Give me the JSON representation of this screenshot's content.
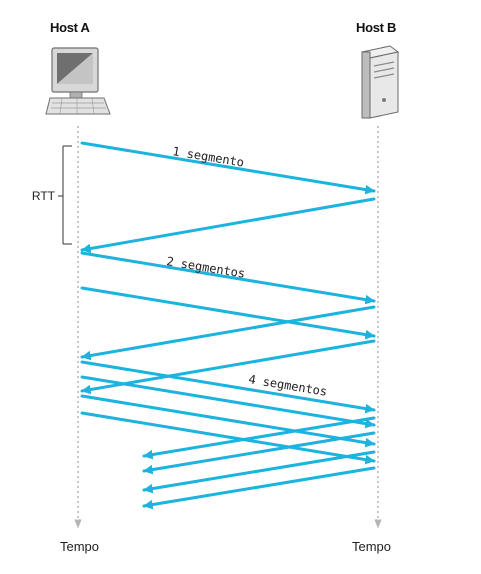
{
  "hosts": {
    "a": {
      "label": "Host A",
      "icon": "desktop-computer-icon"
    },
    "b": {
      "label": "Host B",
      "icon": "server-tower-icon"
    }
  },
  "time_labels": {
    "a": "Tempo",
    "b": "Tempo"
  },
  "rtt_label": "RTT",
  "segment_labels": {
    "one": "1 segmento",
    "two": "2 segmentos",
    "four": "4 segmentos"
  },
  "colors": {
    "arrow": "#1cb3de",
    "timeline": "#b4b4b4",
    "text": "#222222"
  }
}
